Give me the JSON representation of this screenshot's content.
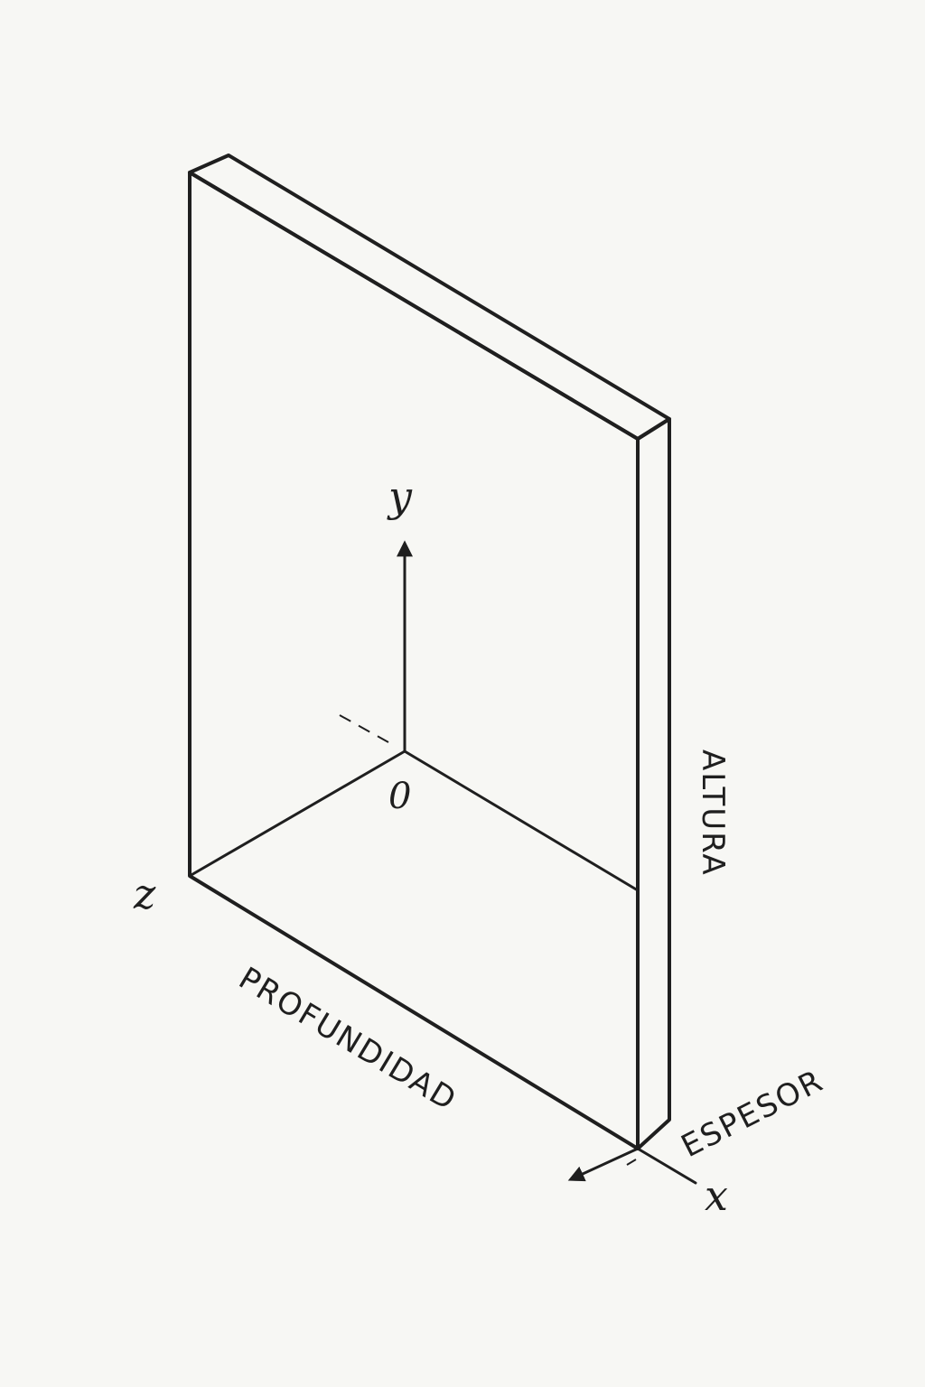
{
  "diagram": {
    "axes": {
      "y": "y",
      "z": "z",
      "x": "x",
      "origin": "0"
    },
    "dimensions": {
      "height": "ALTURA",
      "depth": "PROFUNDIDAD",
      "thickness": "ESPESOR"
    },
    "colors": {
      "background": "#f7f7f4",
      "ink": "#1f1f1f"
    }
  }
}
